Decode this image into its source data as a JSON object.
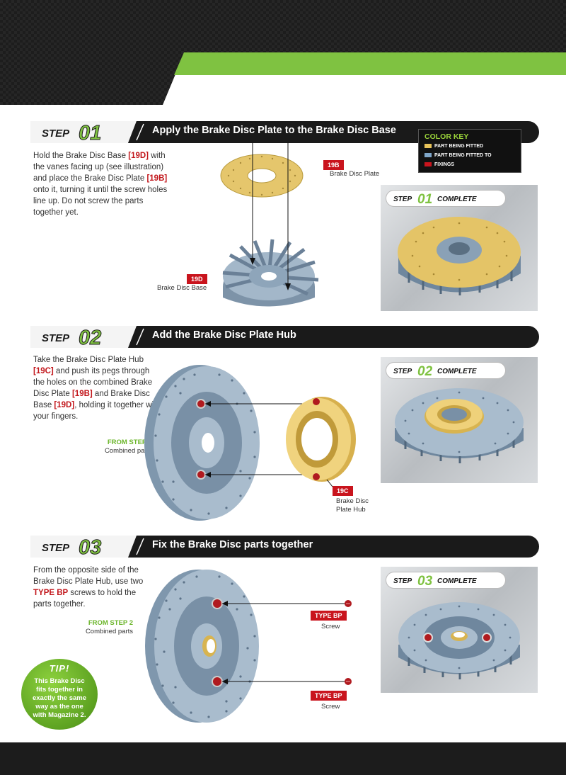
{
  "steps": [
    {
      "number": "01",
      "word": "STEP",
      "title": "Apply the Brake Disc Plate to the Brake Disc Base",
      "text_parts": [
        "Hold the Brake Disc Base ",
        "[19D]",
        " with the vanes facing up (see illustration) and place the Brake Disc Plate ",
        "[19B]",
        " onto it, turning it until the screw holes line up. Do not screw the parts together yet."
      ],
      "complete_label": "COMPLETE",
      "parts": [
        {
          "code": "19B",
          "name": "Brake Disc Plate"
        },
        {
          "code": "19D",
          "name": "Brake Disc Base"
        }
      ]
    },
    {
      "number": "02",
      "word": "STEP",
      "title": "Add the Brake Disc Plate Hub",
      "text_parts": [
        "Take the Brake Disc Plate Hub ",
        "[19C]",
        " and push its pegs through the holes on the combined Brake Disc Plate ",
        "[19B]",
        " and Brake Disc Base ",
        "[19D]",
        ", holding it together with your fingers."
      ],
      "complete_label": "COMPLETE",
      "from_step": {
        "title": "FROM STEP 1",
        "subtitle": "Combined parts"
      },
      "parts": [
        {
          "code": "19C",
          "name_line1": "Brake Disc",
          "name_line2": "Plate Hub"
        }
      ]
    },
    {
      "number": "03",
      "word": "STEP",
      "title": "Fix the Brake Disc parts together",
      "text_parts": [
        "From the opposite side of the Brake Disc Plate Hub, use two ",
        "TYPE BP",
        " screws to hold the parts together."
      ],
      "complete_label": "COMPLETE",
      "from_step": {
        "title": "FROM STEP 2",
        "subtitle": "Combined parts"
      },
      "parts": [
        {
          "code": "TYPE BP",
          "name": "Screw"
        },
        {
          "code": "TYPE BP",
          "name": "Screw"
        }
      ]
    }
  ],
  "color_key": {
    "title": "COLOR KEY",
    "items": [
      {
        "label": "PART BEING FITTED",
        "color": "#e8c35a"
      },
      {
        "label": "PART BEING FITTED TO",
        "color": "#7fa6c9"
      },
      {
        "label": "FIXINGS",
        "color": "#c9141d"
      }
    ]
  },
  "tip": {
    "title": "TIP!",
    "text": "This Brake Disc fits together in exactly the same way as the one with Magazine 2."
  },
  "colors": {
    "accent_green": "#7fc241",
    "dark_bar": "#1a1a1a",
    "ref_red": "#c2161b",
    "disc_blue": "#9ab0c4",
    "plate_gold": "#e2c46a"
  }
}
